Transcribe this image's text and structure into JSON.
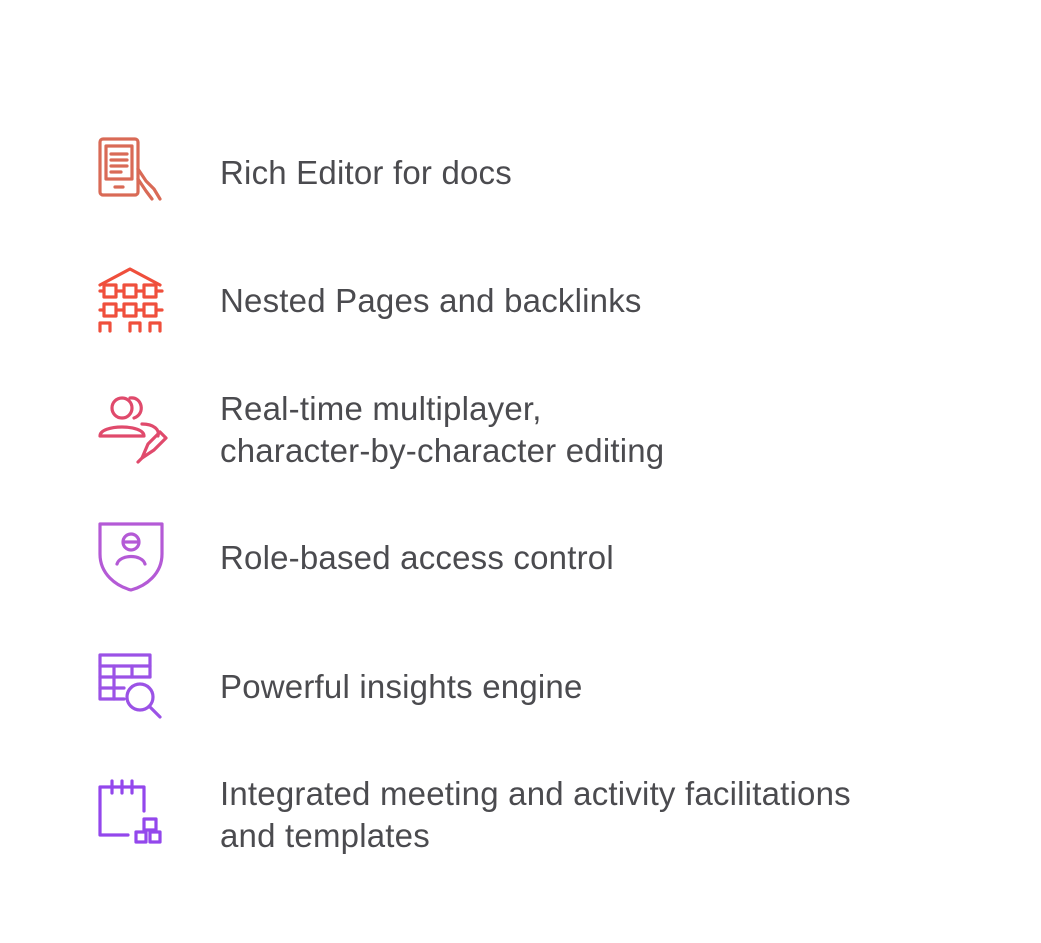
{
  "features": [
    {
      "label": "Rich Editor for docs",
      "icon": "tablet-touch-icon",
      "color": "#d96a56"
    },
    {
      "label": "Nested Pages and backlinks",
      "icon": "hierarchy-tree-icon",
      "color": "#ef4f3c"
    },
    {
      "label": "Real-time multiplayer,\ncharacter-by-character editing",
      "icon": "users-edit-icon",
      "color": "#e04a6c"
    },
    {
      "label": "Role-based access control",
      "icon": "shield-user-icon",
      "color": "#b45ad6"
    },
    {
      "label": "Powerful insights engine",
      "icon": "table-search-icon",
      "color": "#9b52e6"
    },
    {
      "label": "Integrated meeting and activity facilitations\nand templates",
      "icon": "calendar-blocks-icon",
      "color": "#9347ec"
    }
  ]
}
